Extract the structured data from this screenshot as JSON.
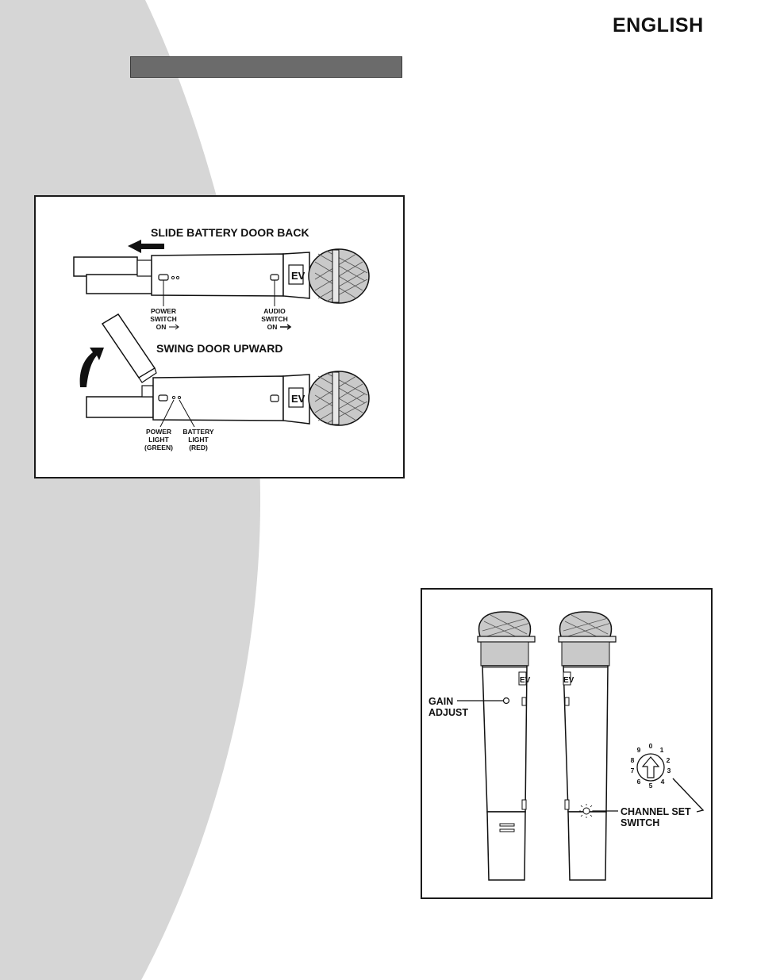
{
  "header": {
    "language": "ENGLISH"
  },
  "figure_battery": {
    "slide_heading": "SLIDE BATTERY DOOR BACK",
    "swing_heading": "SWING DOOR UPWARD",
    "power_switch": [
      "POWER",
      "SWITCH",
      "ON"
    ],
    "audio_switch": [
      "AUDIO",
      "SWITCH",
      "ON"
    ],
    "power_light": [
      "POWER",
      "LIGHT",
      "(GREEN)"
    ],
    "battery_light": [
      "BATTERY",
      "LIGHT",
      "(RED)"
    ],
    "logo_text": "EV"
  },
  "figure_channel": {
    "gain_adjust": [
      "GAIN",
      "ADJUST"
    ],
    "channel_set": [
      "CHANNEL SET",
      "SWITCH"
    ],
    "dial_numbers": [
      "0",
      "1",
      "2",
      "3",
      "4",
      "5",
      "6",
      "7",
      "8",
      "9"
    ],
    "logo_text": "EV"
  }
}
